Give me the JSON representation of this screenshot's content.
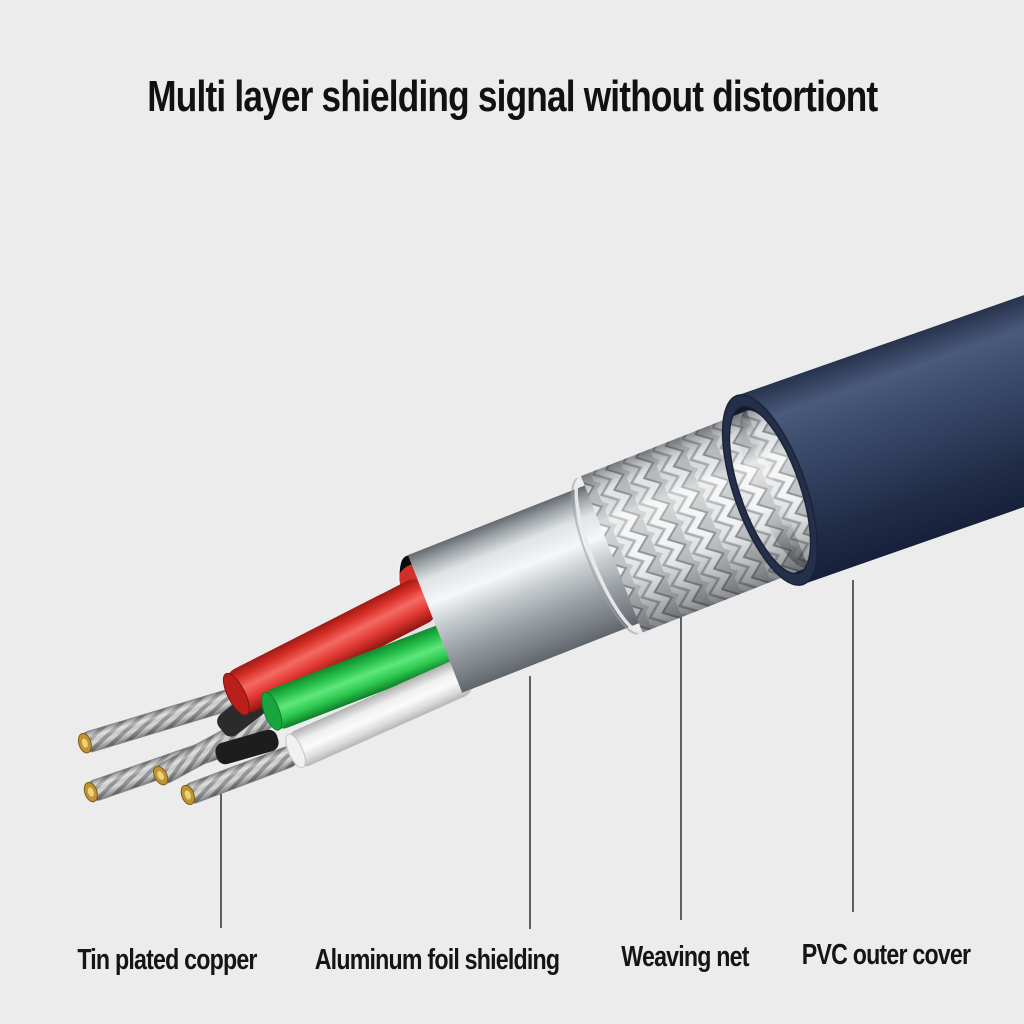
{
  "title": {
    "text": "Multi layer shielding signal without distortiont"
  },
  "labels": [
    {
      "id": "tin",
      "text": "Tin plated copper"
    },
    {
      "id": "aluminum",
      "text": "Aluminum foil shielding"
    },
    {
      "id": "weaving",
      "text": "Weaving net"
    },
    {
      "id": "pvc",
      "text": "PVC outer cover"
    }
  ],
  "colors": {
    "background": "#ececec",
    "title_text": "#111111",
    "label_text": "#151515",
    "leader_line": "#3c3c3c",
    "pvc_jacket_navy": "#33415f",
    "weaving_net_silver": "#d9dbdd",
    "aluminum_foil_silver": "#c9cdd1",
    "wire_red": "#e03029",
    "wire_green": "#2bd14e",
    "wire_white": "#f2f2f2",
    "copper_strand_silver": "#c4c6c8",
    "tin_tip_gold": "#c8a23a"
  }
}
